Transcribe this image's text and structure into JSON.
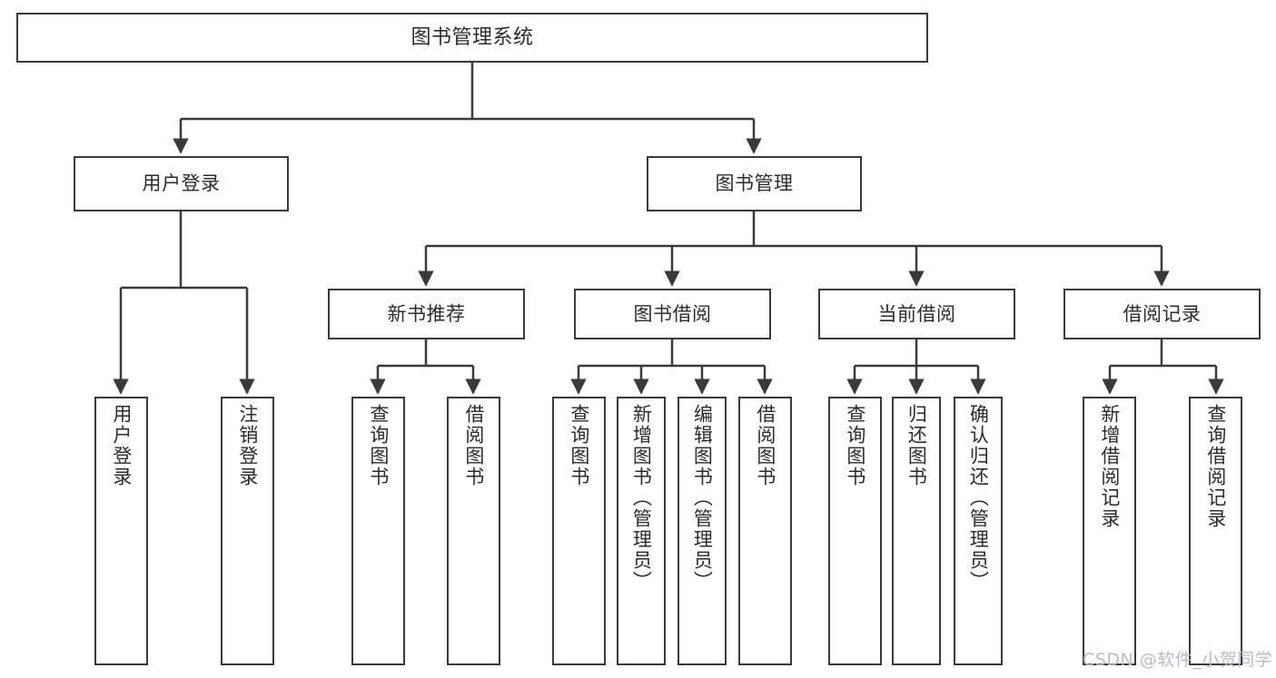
{
  "diagram": {
    "title": "图书管理系统",
    "type": "tree-hierarchy-chart",
    "stroke_color": "#3a3a3a",
    "fill_color": "#ffffff",
    "text_color": "#2b2b2b"
  },
  "root": {
    "label": "图书管理系统"
  },
  "level2": [
    {
      "label": "用户登录"
    },
    {
      "label": "图书管理"
    }
  ],
  "level3": [
    {
      "label": "新书推荐"
    },
    {
      "label": "图书借阅"
    },
    {
      "label": "当前借阅"
    },
    {
      "label": "借阅记录"
    }
  ],
  "leaves": [
    {
      "label": "用户登录"
    },
    {
      "label": "注销登录"
    },
    {
      "label": "查询图书"
    },
    {
      "label": "借阅图书"
    },
    {
      "label": "查询图书"
    },
    {
      "label": "新增图书（管理员）"
    },
    {
      "label": "编辑图书（管理员）"
    },
    {
      "label": "借阅图书"
    },
    {
      "label": "查询图书"
    },
    {
      "label": "归还图书"
    },
    {
      "label": "确认归还（管理员）"
    },
    {
      "label": "新增借阅记录"
    },
    {
      "label": "查询借阅记录"
    }
  ],
  "watermark": {
    "text": "CSDN @软件_小贺同学"
  }
}
